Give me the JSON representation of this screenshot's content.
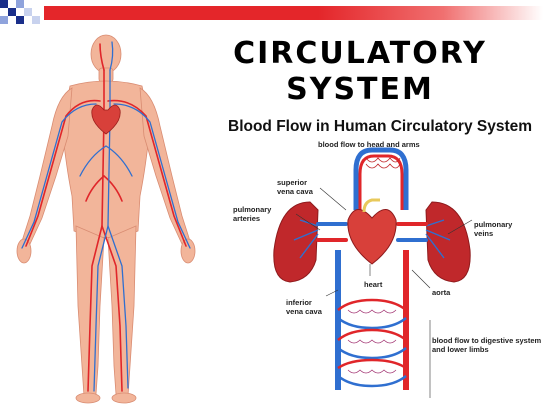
{
  "title_line1": "CIRCULATORY",
  "title_line2": "SYSTEM",
  "subtitle": "Blood Flow  in Human Circulatory System",
  "labels": {
    "head_arms": "blood flow to head and arms",
    "superior_vena_cava_1": "superior",
    "superior_vena_cava_2": "vena cava",
    "pulmonary_arteries_1": "pulmonary",
    "pulmonary_arteries_2": "arteries",
    "pulmonary_veins_1": "pulmonary",
    "pulmonary_veins_2": "veins",
    "heart": "heart",
    "aorta": "aorta",
    "inferior_vena_cava_1": "inferior",
    "inferior_vena_cava_2": "vena cava",
    "digestive_1": "blood flow to digestive system",
    "digestive_2": "and lower limbs"
  },
  "colors": {
    "artery": "#e0262a",
    "vein": "#2f6fd0",
    "skin": "#f2b59a",
    "lung": "#c0282b",
    "heart": "#d8403a",
    "banner": "#e4262a"
  }
}
